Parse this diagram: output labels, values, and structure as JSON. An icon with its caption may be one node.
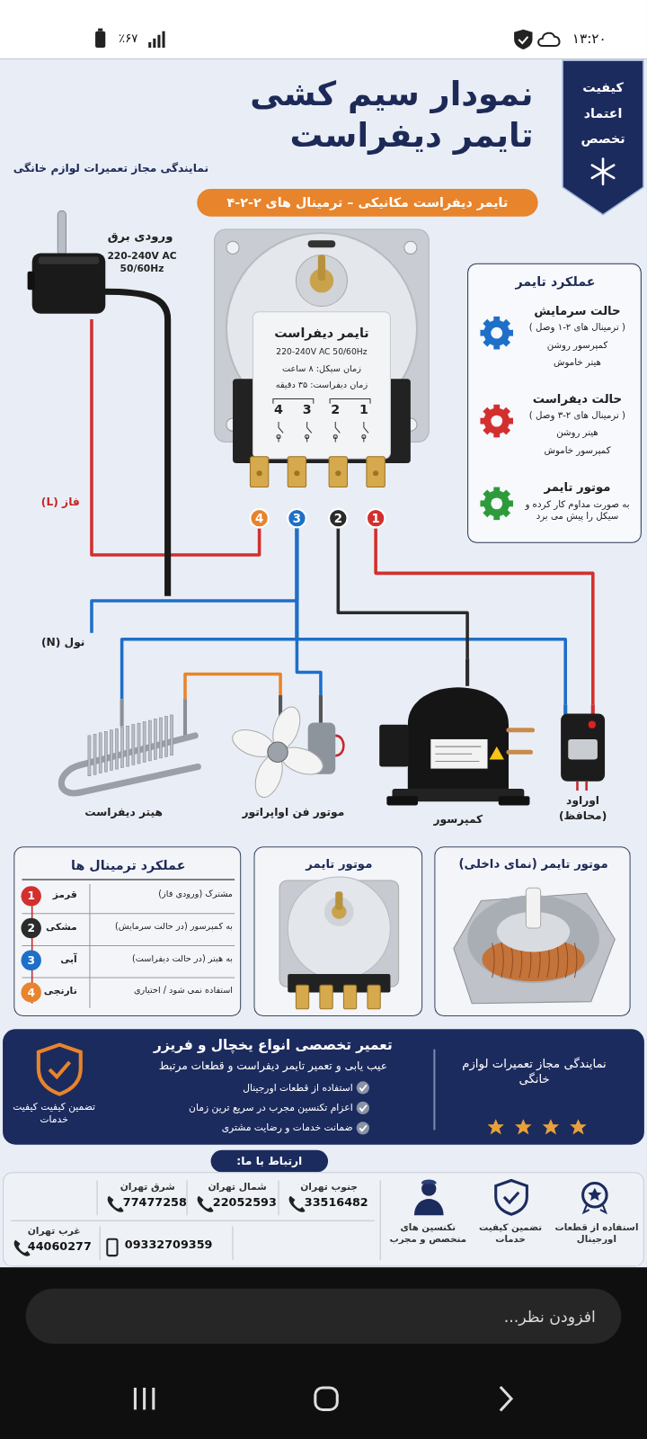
{
  "diagram": {
    "title": "نمودار سیم کشی تایمر دیفراست",
    "nodes": [
      {
        "text": [
          "کیفیت",
          "اعتماد",
          "تخصص"
        ]
      },
      {
        "text": [
          "تایمر دیفراست مکانیکی – ترمینال های ۲-۲-۴"
        ]
      },
      {
        "text": [
          "ورودی برق",
          "220-240V AC 50/60Hz"
        ]
      },
      {
        "text": [
          "تایمر دیفراست",
          "220-240V AC 50/60Hz",
          "زمان سیکل: ۸ ساعت",
          "زمان دیفراست: ۳۵ دقیقه"
        ]
      },
      {
        "text": [
          "عملکرد تایمر"
        ]
      },
      {
        "text": [
          "حالت سرمایش",
          "( ترمینال های ۲-۱ وصل )",
          "کمپرسور روشن",
          "هیتر خاموش"
        ],
        "in": 4
      },
      {
        "text": [
          "حالت دیفراست",
          "( ترمینال های ۲-۳ وصل )",
          "هیتر روشن",
          "کمپرسور خاموش"
        ],
        "in": 4
      },
      {
        "text": [
          "موتور تایمر",
          "به صورت مداوم کار کرده و سیکل را پیش می برد"
        ],
        "in": 4
      },
      {
        "text": [
          "4"
        ]
      },
      {
        "text": [
          "3"
        ]
      },
      {
        "text": [
          "2"
        ]
      },
      {
        "text": [
          "1"
        ]
      },
      {
        "text": [
          "هیتر دیفراست"
        ]
      },
      {
        "text": [
          "موتور فن اواپراتور"
        ]
      },
      {
        "text": [
          "کمپرسور"
        ]
      },
      {
        "text": [
          "اوراود (محافظ)"
        ]
      },
      {
        "text": [
          "نول (N)"
        ]
      },
      {
        "text": [
          "عملکرد ترمینال ها"
        ]
      },
      {
        "text": [
          "موتور تایمر"
        ]
      },
      {
        "text": [
          "موتور تایمر (نمای داخلی)"
        ]
      },
      {
        "text": [
          "تعمیر تخصصی انواع یخچال و فریزر",
          "عیب یابی و تعمیر تایمر دیفراست و قطعات مرتبط",
          "استفاده از قطعات اورجینال",
          "اعزام تکنسین مجرب در سریع ترین زمان",
          "ضمانت خدمات و رضایت مشتری",
          "نمایندگی مجاز تعمیرات لوازم خانگی",
          "تضمین کیفیت کیفیت خدمات"
        ]
      },
      {
        "text": [
          "ارتباط با ما:"
        ]
      },
      {
        "text": [
          "جنوب تهران",
          "33516482",
          "شمال تهران",
          "22052593",
          "شرق تهران",
          "77477258",
          "09332709359",
          "غرب تهران",
          "44060277",
          "استفاده از قطعات اورجینال",
          "تضمین کیفیت خدمات",
          "تکنسین های متخصص و مجرب"
        ]
      }
    ],
    "edges": [
      {
        "from": 2,
        "to": 8,
        "arrow": "none",
        "color": "#d32f2f"
      },
      {
        "from": 16,
        "to": 9,
        "arrow": "none",
        "color": "#1e6fc8"
      },
      {
        "from": 9,
        "to": 12,
        "arrow": "none",
        "color": "#1e6fc8"
      },
      {
        "from": 9,
        "to": 13,
        "arrow": "none",
        "color": "#1e6fc8"
      },
      {
        "from": 9,
        "to": 15,
        "arrow": "none",
        "color": "#1e6fc8"
      },
      {
        "from": 10,
        "to": 14,
        "arrow": "none",
        "color": "#2b2b2b"
      },
      {
        "from": 11,
        "to": 15,
        "arrow": "none",
        "color": "#d32f2f"
      },
      {
        "from": 12,
        "to": 13,
        "arrow": "none",
        "color": "#e8842c"
      },
      {
        "from": 2,
        "to": null,
        "arrow": "none",
        "style": "thick",
        "color": "#1a1a1a"
      }
    ],
    "labels": [
      "نمایندگی مجاز تعمیرات لوازم خانگی",
      "فاز (L)",
      "4",
      "3",
      "2",
      "1",
      "1",
      "قرمز",
      "مشترک (ورودی فاز)",
      "2",
      "مشکی",
      "به کمپرسور (در حالت سرمایش)",
      "3",
      "آبی",
      "به هیتر (در حالت دیفراست)",
      "4",
      "نارنجی",
      "استفاده نمی شود / اختیاری",
      "٪۶۷",
      "۱۳:۲۰",
      "افزودن نظر..."
    ]
  }
}
